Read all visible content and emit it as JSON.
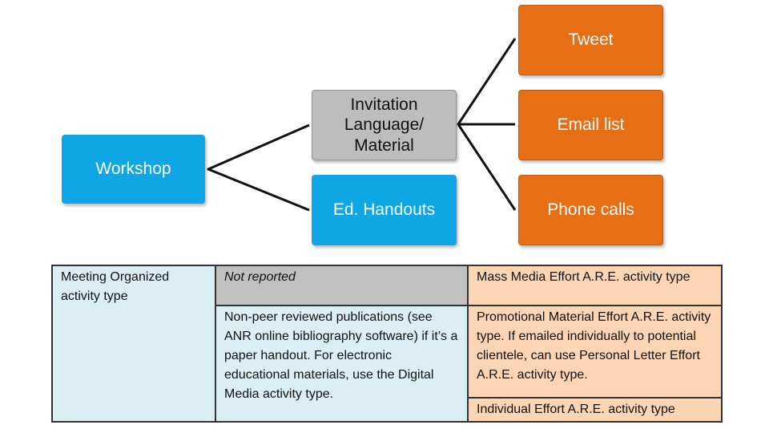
{
  "diagram": {
    "workshop": "Workshop",
    "invitation": "Invitation Language/ Material",
    "handouts": "Ed. Handouts",
    "tweet": "Tweet",
    "email": "Email list",
    "phone": "Phone calls"
  },
  "table": {
    "col1": "Meeting Organized activity type",
    "col2_top": "Not reported",
    "col2_bottom": "Non-peer reviewed publications (see ANR online bibliography software) if it’s a paper handout. For electronic educational materials, use the Digital Media activity type.",
    "col3_row1": "Mass Media Effort A.R.E. activity type",
    "col3_row2": "Promotional Material Effort A.R.E. activity type. If emailed individually to potential clientele, can use Personal Letter Effort A.R.E. activity type.",
    "col3_row3": "Individual Effort A.R.E. activity type"
  },
  "colors": {
    "blue": "#0fa6e6",
    "orange": "#e66e14",
    "gray": "#bdbdbd",
    "light_blue": "#dbeef4",
    "peach": "#fcd5b5"
  }
}
